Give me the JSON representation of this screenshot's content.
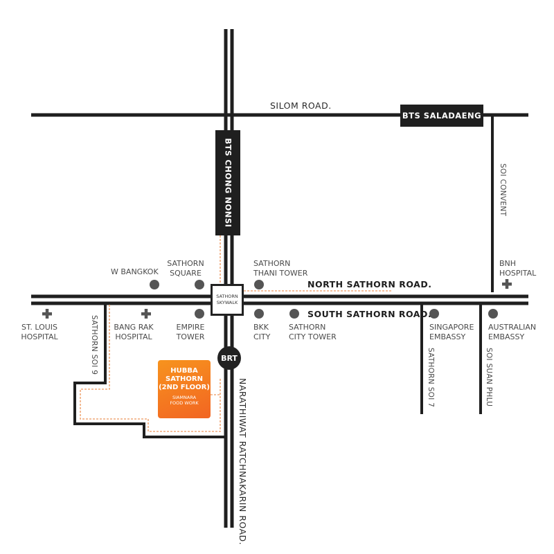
{
  "roads": {
    "silom": "SILOM ROAD.",
    "north_sathorn": "NORTH SATHORN ROAD.",
    "south_sathorn": "SOUTH SATHORN ROAD.",
    "narathiwat": "NARATHIWAT RATCHNAKARIN ROAD.",
    "soi_convent": "SOI CONVENT",
    "sathorn_soi_9": "SATHORN SOI 9",
    "sathorn_soi_7": "SATHORN SOI 7",
    "soi_suan_phlu": "SOI SUAN PHLU"
  },
  "stations": {
    "bts_saladaeng": "BTS SALADAENG",
    "bts_chong_nonsi": "BTS CHONG NONSI",
    "brt": "BRT",
    "skywalk_line1": "SATHORN",
    "skywalk_line2": "SKYWALK"
  },
  "destination": {
    "line1": "HUBBA",
    "line2": "SATHORN",
    "line3": "(2ND FLOOR)",
    "sub1": "SIAMNARA",
    "sub2": "FOOD WORK",
    "color": "#f47b20"
  },
  "landmarks": {
    "w_bangkok": "W BANGKOK",
    "sathorn_square_1": "SATHORN",
    "sathorn_square_2": "SQUARE",
    "sathorn_thani_1": "SATHORN",
    "sathorn_thani_2": "THANI TOWER",
    "bnh_1": "BNH",
    "bnh_2": "HOSPITAL",
    "st_louis_1": "ST. LOUIS",
    "st_louis_2": "HOSPITAL",
    "bang_rak_1": "BANG RAK",
    "bang_rak_2": "HOSPITAL",
    "empire_1": "EMPIRE",
    "empire_2": "TOWER",
    "bkk_1": "BKK",
    "bkk_2": "CITY",
    "sathorn_city_1": "SATHORN",
    "sathorn_city_2": "CITY TOWER",
    "singapore_1": "SINGAPORE",
    "singapore_2": "EMBASSY",
    "australian_1": "AUSTRALIAN",
    "australian_2": "EMBASSY"
  },
  "icons": {
    "hospital": "hospital-cross-icon",
    "landmark": "landmark-dot-icon"
  },
  "colors": {
    "road": "#1f1f1f",
    "route": "#f0a878",
    "dot": "#555555"
  }
}
